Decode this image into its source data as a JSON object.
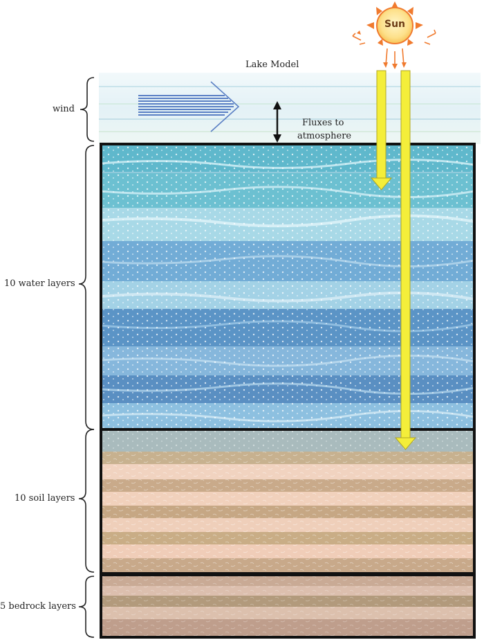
{
  "diagram": {
    "title": "Lake Model",
    "sun_label": "Sun",
    "wind_label": "wind",
    "fluxes_label_line1": "Fluxes to",
    "fluxes_label_line2": "atmosphere",
    "layers": [
      {
        "id": "water",
        "label": "10 water layers",
        "count": 10
      },
      {
        "id": "soil",
        "label": "10 soil layers",
        "count": 10
      },
      {
        "id": "bedrock",
        "label": "5 bedrock layers",
        "count": 5
      }
    ]
  },
  "colors": {
    "water_light": "#a9d8e6",
    "water_mid": "#5fb3c9",
    "water_deep": "#4f8fbf",
    "soil_light": "#f0cdb8",
    "soil_dark": "#c6a784",
    "bedrock_light": "#d9b8a8",
    "bedrock_dark": "#b29a7c",
    "sun_core": "#fde08a",
    "sun_ray": "#f07a2e",
    "light_beam": "#f4ee3a",
    "wind_arrow": "#5a7fc4"
  }
}
